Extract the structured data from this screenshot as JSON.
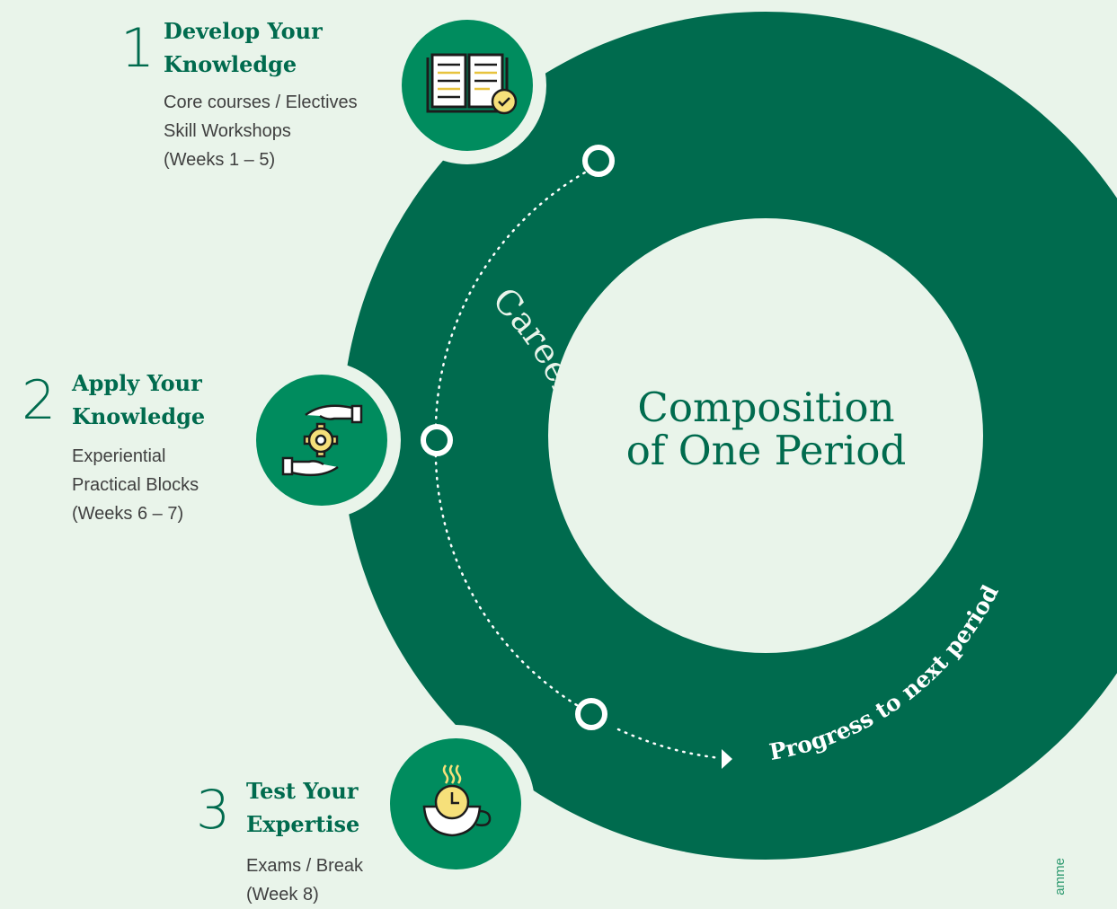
{
  "steps": [
    {
      "number": "1",
      "title_lines": [
        "Develop Your",
        "Knowledge"
      ],
      "detail_lines": [
        "Core courses / Electives",
        "Skill Workshops",
        "(Weeks 1 – 5)"
      ],
      "icon": "open-book-check-icon"
    },
    {
      "number": "2",
      "title_lines": [
        "Apply Your",
        "Knowledge"
      ],
      "detail_lines": [
        "Experiential",
        "Practical Blocks",
        "(Weeks 6 – 7)"
      ],
      "icon": "hands-gear-icon"
    },
    {
      "number": "3",
      "title_lines": [
        "Test Your",
        "Expertise"
      ],
      "detail_lines": [
        "Exams / Break",
        "(Week 8)"
      ],
      "icon": "coffee-cup-clock-icon"
    }
  ],
  "center": {
    "title_line1": "Composition",
    "title_line2": "of One Period"
  },
  "arc_label": "Career Journey",
  "progress_label": "Progress to next period",
  "side_label": "amme",
  "colors": {
    "background": "#e9f4ea",
    "ring": "#006b4e",
    "icon_circle": "#008c5e",
    "accent_yellow": "#f6e07a",
    "text_green": "#006b4e",
    "text_grey": "#404040"
  }
}
